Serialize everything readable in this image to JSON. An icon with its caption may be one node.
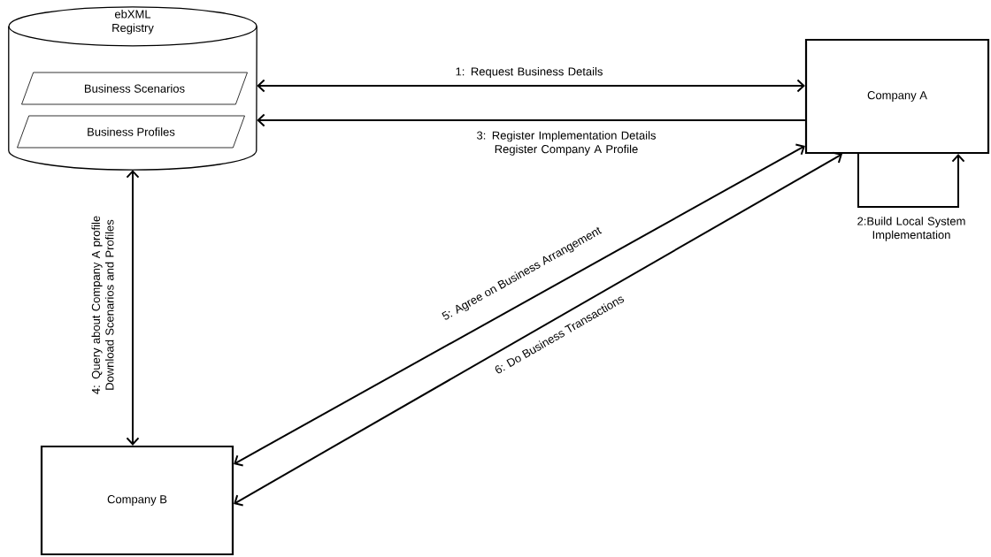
{
  "diagram": {
    "nodes": [
      {
        "text": [
          "ebXML Registry"
        ]
      },
      {
        "text": [
          "Business Scenarios"
        ],
        "in": 0
      },
      {
        "text": [
          "Business Profiles"
        ],
        "in": 0
      },
      {
        "text": [
          "Company A"
        ]
      },
      {
        "text": [
          "Company B"
        ]
      }
    ],
    "edges": [
      {
        "from": 0,
        "to": 3,
        "arrow": "both",
        "label": "1: Request Business Details"
      },
      {
        "from": 3,
        "to": 0,
        "arrow": "to",
        "label": "3: Register Implementation Details Register Company A Profile"
      },
      {
        "from": 3,
        "to": 3,
        "arrow": "to",
        "label": "2:Build Local System Implementation"
      },
      {
        "from": 0,
        "to": 4,
        "arrow": "both",
        "label": "4: Query about Company A profile Download Scenarios and Profiles"
      },
      {
        "from": 3,
        "to": 4,
        "arrow": "both",
        "label": "5: Agree on Business Arrangement"
      },
      {
        "from": 3,
        "to": 4,
        "arrow": "both",
        "label": "6: Do Business Transactions"
      }
    ]
  }
}
